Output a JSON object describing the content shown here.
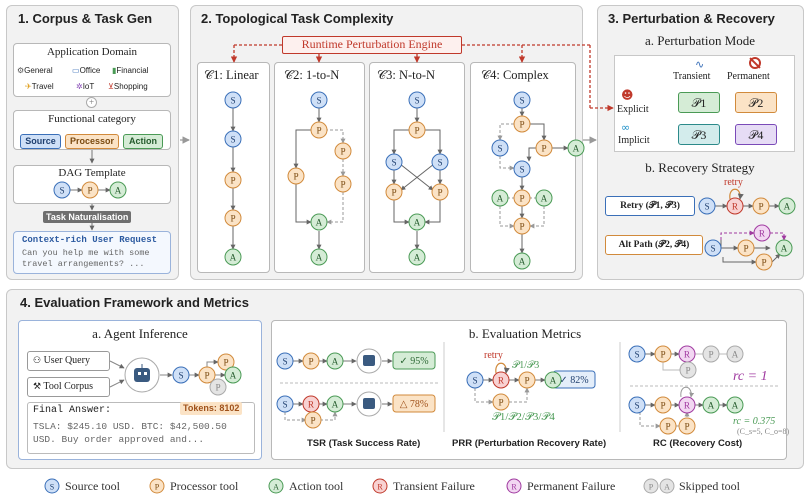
{
  "panel1": {
    "title": "1. Corpus & Task Gen",
    "app_domain": {
      "title": "Application Domain",
      "items": [
        "General",
        "Office",
        "Financial",
        "Travel",
        "IoT",
        "Shopping"
      ]
    },
    "functional": {
      "title": "Functional category",
      "source": "Source",
      "processor": "Processor",
      "action": "Action"
    },
    "dag_title": "DAG Template",
    "naturalisation": "Task Naturalisation",
    "request": {
      "title": "Context-rich User Request",
      "text1": "Can you help me with some",
      "text2": "travel arrangements? ..."
    }
  },
  "panel2": {
    "title": "2. Topological Task Complexity",
    "engine": "Runtime Perturbation Engine",
    "columns": [
      "𝒞1: Linear",
      "𝒞2: 1-to-N",
      "𝒞3: N-to-N",
      "𝒞4: Complex"
    ]
  },
  "panel3": {
    "title": "3. Perturbation & Recovery",
    "mode_title": "a. Perturbation Mode",
    "transient": "Transient",
    "permanent": "Permanent",
    "explicit": "Explicit",
    "implicit": "Implicit",
    "p1": "𝒫1",
    "p2": "𝒫2",
    "p3": "𝒫3",
    "p4": "𝒫4",
    "recovery_title": "b. Recovery Strategy",
    "retry_label": "Retry (𝒫1, 𝒫3)",
    "retry_text": "retry",
    "alt_label": "Alt Path (𝒫2, 𝒫4)"
  },
  "panel4": {
    "title": "4. Evaluation Framework and Metrics",
    "agent": {
      "title": "a. Agent Inference",
      "user_query": "User Query",
      "tool_corpus": "Tool Corpus",
      "final_answer": "Final Answer:",
      "tokens": "Tokens: 8102",
      "answer1": "TSLA: $245.10 USD. BTC: $42,500.50",
      "answer2": "USD. Buy order approved and..."
    },
    "metrics": {
      "title": "b. Evaluation Metrics",
      "tsr_pass": "✓ 95%",
      "tsr_warn": "△ 78%",
      "tsr_label": "TSR (Task Success Rate)",
      "retry_text": "retry",
      "retry_ps": "𝒫1/𝒫3",
      "prr_value": "✓ 82%",
      "prr_ps": "𝒫1/𝒫2/𝒫3/𝒫4",
      "prr_label": "PRR (Perturbation Recovery Rate)",
      "rc1": "rc = 1",
      "rc2": "rc = 0.375",
      "rc2_note": "(C_s=5, C_o=8)",
      "rc_label": "RC (Recovery Cost)"
    }
  },
  "legend": [
    {
      "letter": "S",
      "label": "Source tool"
    },
    {
      "letter": "P",
      "label": "Processor tool"
    },
    {
      "letter": "A",
      "label": "Action tool"
    },
    {
      "letter": "R",
      "label": "Transient Failure"
    },
    {
      "letter": "R",
      "label": "Permanent Failure"
    },
    {
      "letter": "P A",
      "label": "Skipped tool"
    }
  ],
  "colors": {
    "source": "#cfe0f7",
    "processor": "#fbe3c6",
    "action": "#d5ecd6",
    "transient": "#c0392b",
    "permanent": "#a03aa0",
    "engine": "#c0392b"
  },
  "icons": [
    "robot-icon",
    "user-icon",
    "wrench-icon",
    "devil-icon",
    "mask-icon",
    "pulse-icon",
    "prohibited-icon"
  ]
}
